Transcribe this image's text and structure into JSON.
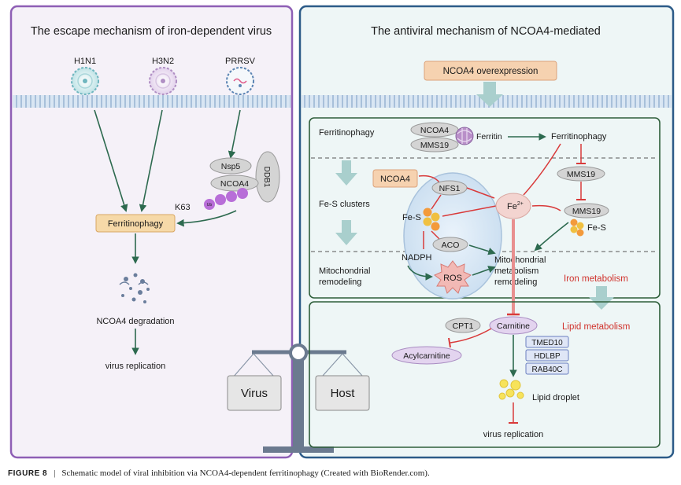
{
  "left_panel": {
    "title": "The escape mechanism of iron-dependent virus",
    "viruses": [
      "H1N1",
      "H3N2",
      "PRRSV"
    ],
    "nsp5": "Nsp5",
    "ncoa4": "NCOA4",
    "ddb1": "DDB1",
    "k63": "K63",
    "ub": "Ub",
    "ferritinophagy": "Ferritinophagy",
    "degradation": "NCOA4 degradation",
    "replication": "virus replication",
    "scale_virus": "Virus",
    "scale_host": "Host"
  },
  "right_panel": {
    "title": "The antiviral mechanism of NCOA4-mediated",
    "overexpression": "NCOA4 overexpression",
    "iron_box": {
      "ferritinophagy_side": "Ferritinophagy",
      "fes_clusters": "Fe-S clusters",
      "mito_remodeling": [
        "Mitochondrial",
        "remodeling"
      ],
      "ncoa4_top": "NCOA4",
      "mms19_top": "MMS19",
      "ferritin": "Ferritin",
      "ferritinophagy_right": "Ferritinophagy",
      "mms19_mid": "MMS19",
      "ncoa4_box": "NCOA4",
      "nfs1": "NFS1",
      "fes": "Fe-S",
      "fe2": "Fe",
      "fe2_sup": "2+",
      "mms19_fes": "MMS19",
      "fes_right": "Fe-S",
      "aco": "ACO",
      "nadph": "NADPH",
      "ros": "ROS",
      "mito_metab": [
        "Mitochondrial",
        "metabolism",
        "remodeling"
      ],
      "iron_metabolism": "Iron metabolism"
    },
    "lipid_box": {
      "lipid_metabolism": "Lipid metabolism",
      "cpt1": "CPT1",
      "carnitine": "Carnitine",
      "acylcarnitine": "Acylcarnitine",
      "proteins": [
        "TMED10",
        "HDLBP",
        "RAB40C"
      ],
      "lipid_droplet": "Lipid droplet",
      "replication": "virus replication"
    }
  },
  "caption": {
    "label": "FIGURE 8",
    "text": "Schematic model of viral inhibition via NCOA4-dependent ferritinophagy (Created with BioRender.com)."
  },
  "colors": {
    "left_border": "#8e5fb5",
    "right_border": "#2c5b88",
    "box_border": "#2e5e3a",
    "inhibit_red": "#d93a3a",
    "activate_green": "#2d6a4f",
    "orange_box": "#f6d2b0",
    "iron_metabolism": "#d0322c",
    "lipid_metabolism": "#d0322c"
  }
}
